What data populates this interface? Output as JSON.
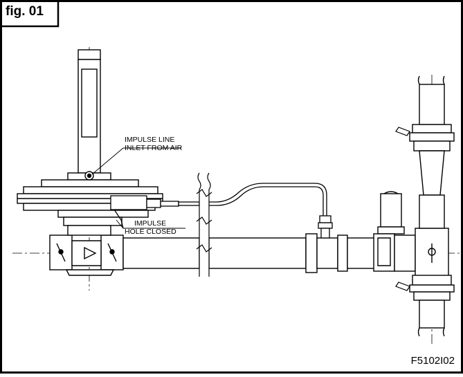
{
  "figure": {
    "label": "fig. 01",
    "code": "F5102I02"
  },
  "annotations": {
    "impulse_line_1": "IMPULSE LINE",
    "impulse_line_2": "INLET FROM AIR",
    "impulse_hole_1": "IMPULSE",
    "impulse_hole_2": "HOLE CLOSED"
  },
  "colors": {
    "line": "#000000",
    "background": "#ffffff"
  }
}
